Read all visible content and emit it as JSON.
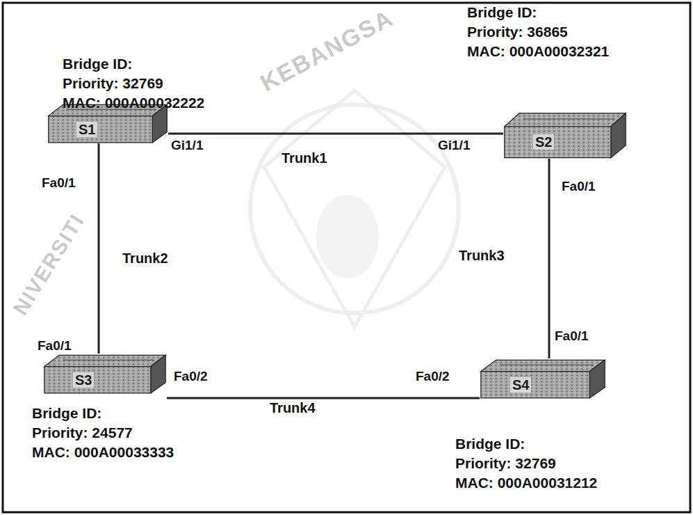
{
  "diagram": {
    "nodes": [
      {
        "text": [
          "S1"
        ]
      },
      {
        "text": [
          "S2"
        ]
      },
      {
        "text": [
          "S3"
        ]
      },
      {
        "text": [
          "S4"
        ]
      }
    ],
    "edges": [
      {
        "from": 0,
        "to": 1,
        "arrow": "none",
        "label": "Trunk1"
      },
      {
        "from": 0,
        "to": 2,
        "arrow": "none",
        "label": "Trunk2"
      },
      {
        "from": 1,
        "to": 3,
        "arrow": "none",
        "label": "Trunk3"
      },
      {
        "from": 2,
        "to": 3,
        "arrow": "none",
        "label": "Trunk4"
      }
    ],
    "labels": [
      "Bridge ID:",
      "Priority: 32769",
      "MAC: 000A00032222",
      "Bridge ID:",
      "Priority: 36865",
      "MAC: 000A00032321",
      "Gi1/1",
      "Gi1/1",
      "Fa0/1",
      "Fa0/1",
      "Fa0/1",
      "Fa0/1",
      "Fa0/2",
      "Fa0/2",
      "Bridge ID:",
      "Priority: 24577",
      "MAC: 000A00033333",
      "Bridge ID:",
      "Priority: 32769",
      "MAC: 000A00031212",
      "NIVERSITI",
      "KEBANGSA"
    ]
  }
}
